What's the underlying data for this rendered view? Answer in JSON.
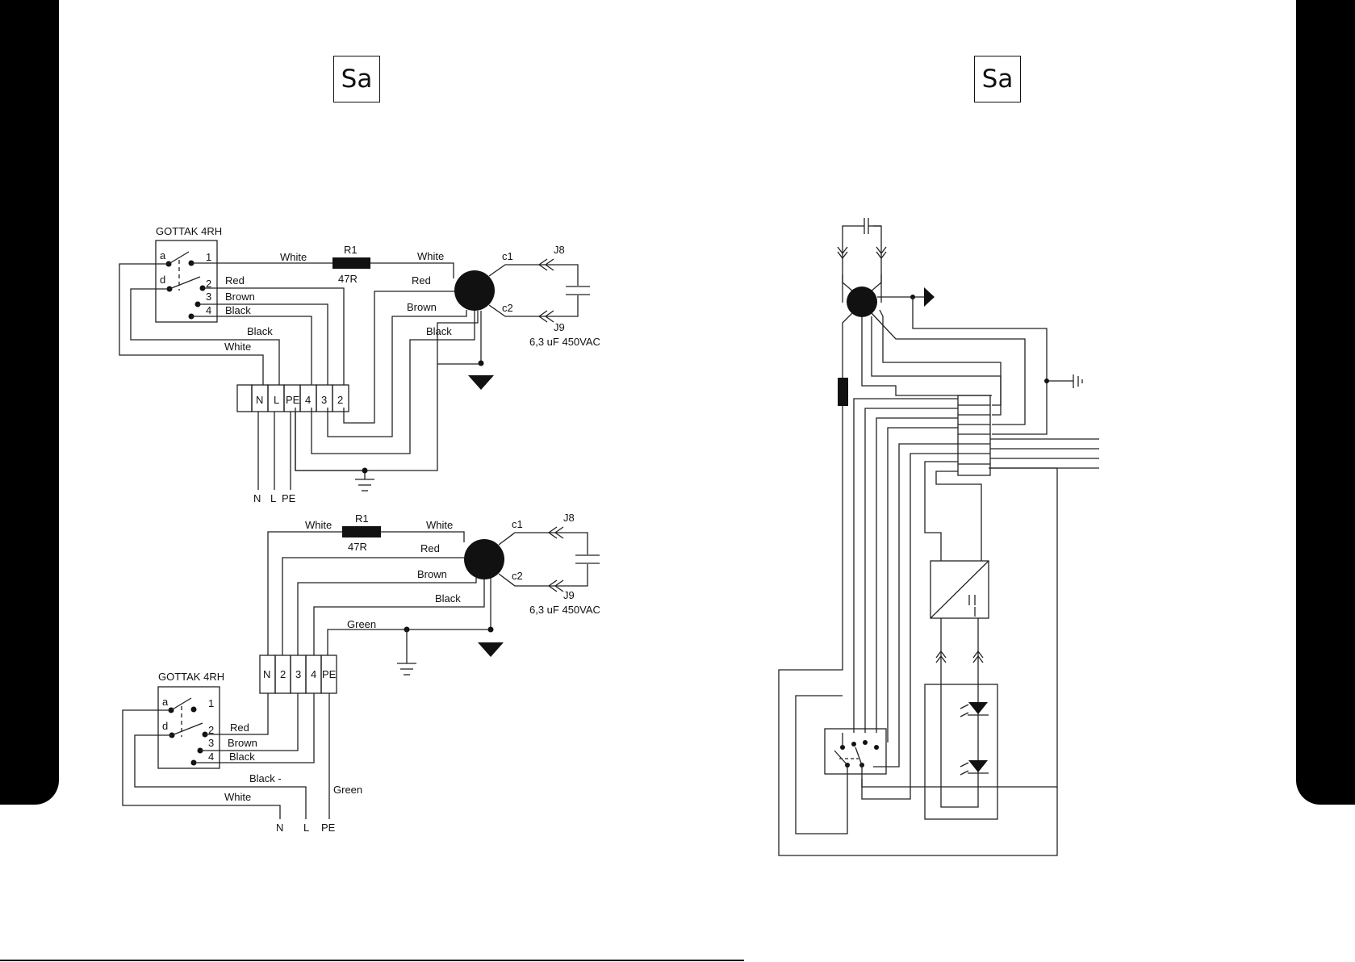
{
  "header": {
    "symbol_left": "Sa",
    "symbol_right": "Sa"
  },
  "diagram_top": {
    "switch_title": "GOTTAK 4RH",
    "switch_contacts": {
      "a": "a",
      "d": "d",
      "c1": "1",
      "c2": "2",
      "c3": "3",
      "c4": "4"
    },
    "wires": {
      "white_top": "White",
      "white_right": "White",
      "red": "Red",
      "red_motor": "Red",
      "brown": "Brown",
      "brown_motor": "Brown",
      "black": "Black",
      "black_motor": "Black",
      "black_lower": "Black",
      "white_lower": "White"
    },
    "resistor_name": "R1",
    "resistor_value": "47R",
    "cap_c1": "c1",
    "cap_c2": "c2",
    "cap_j8": "J8",
    "cap_j9": "J9",
    "cap_rating": "6,3 uF 450VAC",
    "terminals": [
      "N",
      "L",
      "PE",
      "4",
      "3",
      "2"
    ],
    "supply": [
      "N",
      "L",
      "PE"
    ]
  },
  "diagram_bottom": {
    "switch_title": "GOTTAK 4RH",
    "switch_contacts": {
      "a": "a",
      "d": "d",
      "c1": "1",
      "c2": "2",
      "c3": "3",
      "c4": "4"
    },
    "wires": {
      "white_left": "White",
      "white_right": "White",
      "red_motor": "Red",
      "brown_motor": "Brown",
      "black_motor": "Black",
      "green": "Green",
      "red": "Red",
      "brown": "Brown",
      "black": "Black",
      "black_lower": "Black -",
      "white_lower": "White",
      "green_lower": "Green"
    },
    "resistor_name": "R1",
    "resistor_value": "47R",
    "cap_c1": "c1",
    "cap_c2": "c2",
    "cap_j8": "J8",
    "cap_j9": "J9",
    "cap_rating": "6,3 uF 450VAC",
    "terminals": [
      "N",
      "2",
      "3",
      "4",
      "PE"
    ],
    "supply": [
      "N",
      "L",
      "PE"
    ]
  }
}
